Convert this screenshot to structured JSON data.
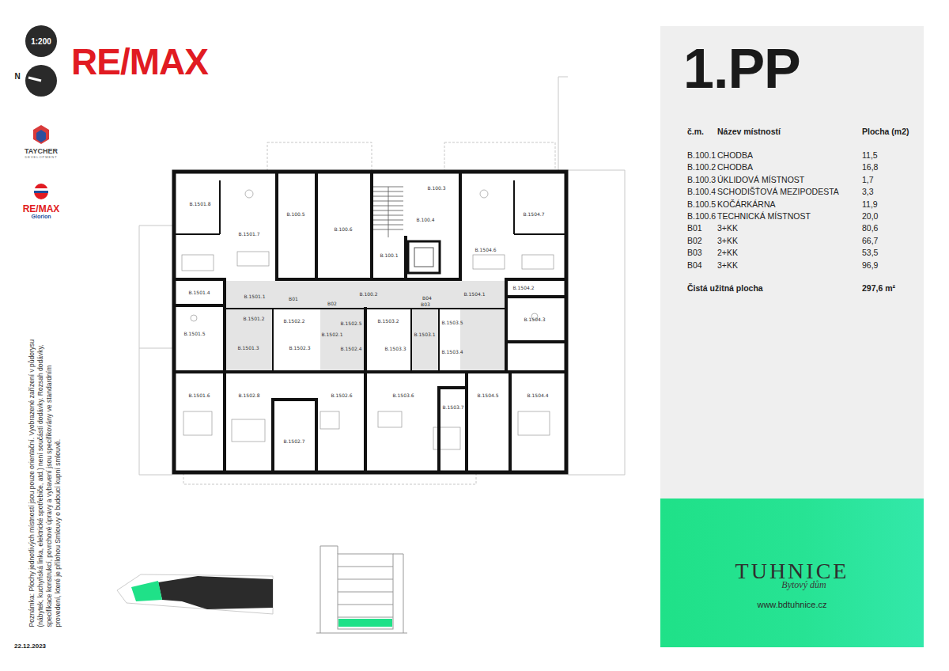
{
  "diagram": {
    "title": "1.PP",
    "nodes": [
      {
        "text": [
          "1:200"
        ]
      },
      {
        "text": [
          "TUHNICE",
          "Bytový dům",
          "www.bdtuhnice.cz"
        ]
      }
    ],
    "labels": [
      "RE/MAX",
      "TAYCHER",
      "DEVELOPMENT",
      "RE/MAX",
      "Glorion",
      "N",
      "Poznámka: Plochy jednotlivých místností jsou pouze orientační. Vyobrazené zařízení v půdorysu (nábytek, kuchyňská linka, elektrické spotřebiče, atd.) není součástí dodávky. Rozsah dodávky, specifikace konstrukcí, povrchové úpravy a vybavení jsou specifikovány ve standardním provedení, které je přílohou Smlouvy o budoucí kupní smlouvě.",
      "22.12.2023",
      "B.1501.8",
      "B.1501.7",
      "B.100.5",
      "B.100.6",
      "B.100.3",
      "B.100.4",
      "B.100.1",
      "B.1504.6",
      "B.1504.7",
      "B.1504.2",
      "B.1501.4",
      "B.1501.1",
      "B01",
      "B.100.2",
      "B.1504.1",
      "B02",
      "B04",
      "B03",
      "B.1501.2",
      "B.1502.2",
      "B.1502.5",
      "B.1503.2",
      "B.1503.5",
      "B.1504.3",
      "B.1501.5",
      "B.1502.1",
      "B.1503.1",
      "B.1501.3",
      "B.1502.3",
      "B.1502.4",
      "B.1503.3",
      "B.1503.4",
      "B.1501.6",
      "B.1502.8",
      "B.1502.6",
      "B.1503.6",
      "B.1504.5",
      "B.1504.4",
      "B.1503.7",
      "B.1502.7",
      "č.m.",
      "Název místností",
      "Plocha (m2)",
      "B.100.1",
      "CHODBA",
      "11,5",
      "B.100.2",
      "CHODBA",
      "16,8",
      "B.100.3",
      "ÚKLIDOVÁ MÍSTNOST",
      "1,7",
      "B.100.4",
      "SCHODIŠŤOVÁ MEZIPODESTA",
      "3,3",
      "B.100.5",
      "KOČÁRKÁRNA",
      "11,9",
      "B.100.6",
      "TECHNICKÁ MÍSTNOST",
      "20,0",
      "B01",
      "3+KK",
      "80,6",
      "B02",
      "3+KK",
      "66,7",
      "B03",
      "2+KK",
      "53,5",
      "B04",
      "3+KK",
      "96,9",
      "Čistá užitná plocha",
      "297,6 m²"
    ]
  }
}
